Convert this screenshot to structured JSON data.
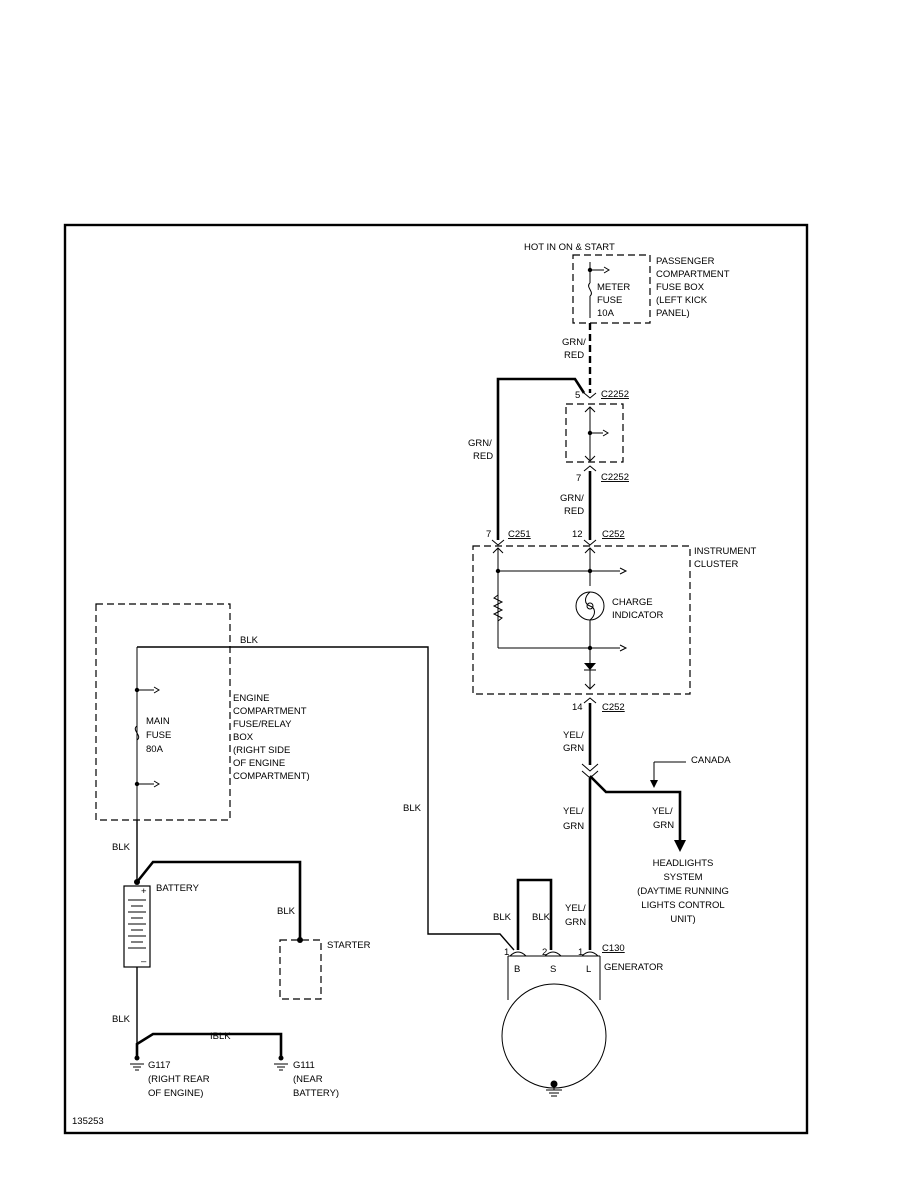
{
  "labels": {
    "hot_in": "HOT IN ON & START",
    "pc_fuse_box": [
      "PASSENGER",
      "COMPARTMENT",
      "FUSE BOX",
      "(LEFT KICK",
      "PANEL)"
    ],
    "meter_fuse": [
      "METER",
      "FUSE",
      "10A"
    ],
    "grn_red": [
      "GRN/",
      "RED"
    ],
    "yel_grn": [
      "YEL/",
      "GRN"
    ],
    "blk": "BLK",
    "iblk": "IBLK",
    "instrument_cluster": [
      "INSTRUMENT",
      "CLUSTER"
    ],
    "charge_indicator": [
      "CHARGE",
      "INDICATOR"
    ],
    "engine_box": [
      "ENGINE",
      "COMPARTMENT",
      "FUSE/RELAY",
      "BOX",
      "(RIGHT SIDE",
      "OF ENGINE",
      "COMPARTMENT)"
    ],
    "main_fuse": [
      "MAIN",
      "FUSE",
      "80A"
    ],
    "battery": "BATTERY",
    "starter": "STARTER",
    "canada": "CANADA",
    "headlights": [
      "HEADLIGHTS",
      "SYSTEM",
      "(DAYTIME RUNNING",
      "LIGHTS CONTROL",
      "UNIT)"
    ],
    "generator": "GENERATOR",
    "g117": [
      "G117",
      "(RIGHT REAR",
      "OF ENGINE)"
    ],
    "g111": [
      "G111",
      "(NEAR",
      "BATTERY)"
    ],
    "figure_id": "135253"
  },
  "connectors": {
    "c2252_top": {
      "pin": "5",
      "name": "C2252"
    },
    "c2252_bot": {
      "pin": "7",
      "name": "C2252"
    },
    "c251": {
      "pin": "7",
      "name": "C251"
    },
    "c252_top": {
      "pin": "12",
      "name": "C252"
    },
    "c252_bot": {
      "pin": "14",
      "name": "C252"
    },
    "c130": {
      "name": "C130",
      "pin1": "1",
      "pin2": "2",
      "pin3": "1"
    },
    "gen_terminals": [
      "B",
      "S",
      "L"
    ],
    "battery_plus": "+",
    "battery_minus": "–"
  }
}
